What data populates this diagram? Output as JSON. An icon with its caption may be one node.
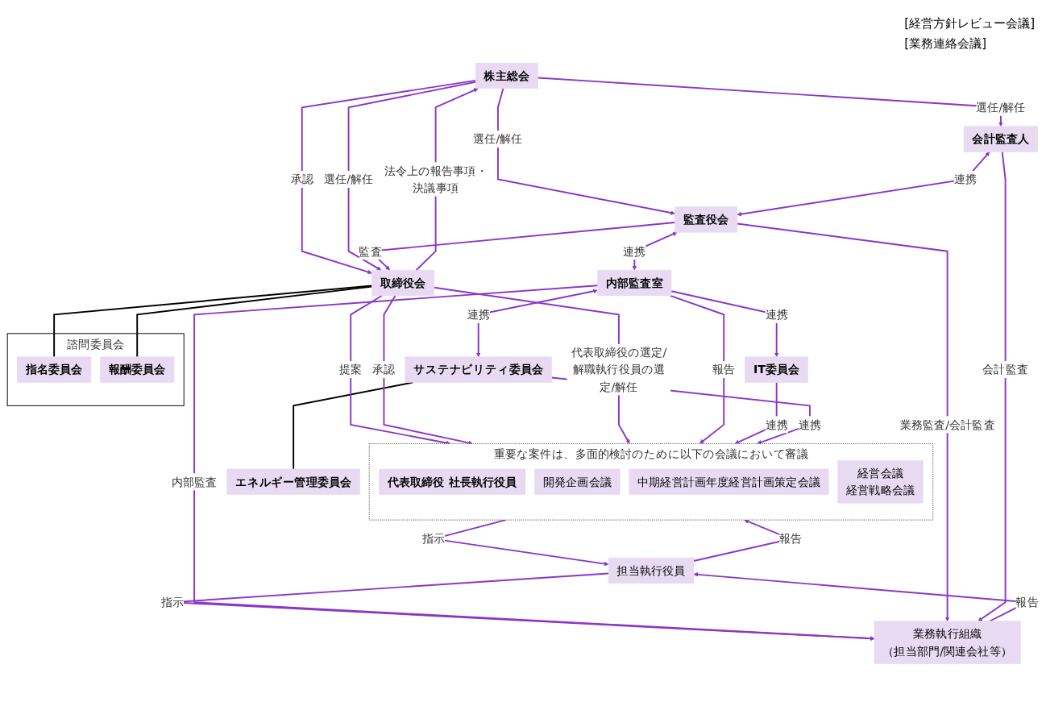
{
  "diagram": {
    "nodes": [
      {
        "text": [
          "株主総会"
        ]
      },
      {
        "text": [
          "会計監査人"
        ]
      },
      {
        "text": [
          "監査役会"
        ]
      },
      {
        "text": [
          "取締役会"
        ]
      },
      {
        "text": [
          "諮問委員会"
        ]
      },
      {
        "text": [
          "指名委員会"
        ],
        "in": 4
      },
      {
        "text": [
          "報酬委員会"
        ],
        "in": 4
      },
      {
        "text": [
          "内部監査室"
        ]
      },
      {
        "text": [
          "IT委員会"
        ]
      },
      {
        "text": [
          "重要な案件は、多面的検討のために以下の会議において審議"
        ]
      },
      {
        "text": [
          "代表取締役 社長執行役員"
        ],
        "in": 9
      },
      {
        "text": [
          "開発企画会議"
        ],
        "in": 9
      },
      {
        "text": [
          "中期経営計画年度経営計画策定会議"
        ],
        "in": 9
      },
      {
        "text": [
          "経営会議",
          "経営戦略会議"
        ],
        "in": 9
      },
      {
        "text": [
          "サステナビリティ委員会"
        ]
      },
      {
        "text": [
          "エネルギー管理委員会"
        ]
      },
      {
        "text": [
          "担当執行役員"
        ]
      },
      {
        "text": [
          "業務執行組織",
          "（担当部門/関連会社等）"
        ]
      }
    ],
    "edges": [
      {
        "from": 0,
        "to": 1,
        "arrow": "to",
        "label": "選任/解任"
      },
      {
        "from": 0,
        "to": 2,
        "arrow": "to",
        "label": "選任/解任"
      },
      {
        "from": 3,
        "to": 0,
        "arrow": "to",
        "label": "法令上の報告事項・決議事項"
      },
      {
        "from": 0,
        "to": 3,
        "arrow": "to",
        "label": "承認"
      },
      {
        "from": 0,
        "to": 3,
        "arrow": "to",
        "label": "選任/解任"
      },
      {
        "from": 2,
        "to": 3,
        "arrow": "to",
        "label": "監査"
      },
      {
        "from": 1,
        "to": 2,
        "arrow": "both",
        "label": "連携"
      },
      {
        "from": 2,
        "to": 7,
        "arrow": "both",
        "label": "連携"
      },
      {
        "from": 3,
        "to": 9,
        "arrow": "to",
        "label": "提案"
      },
      {
        "from": 3,
        "to": 9,
        "arrow": "to",
        "label": "承認"
      },
      {
        "from": 3,
        "to": 9,
        "arrow": "to",
        "label": "代表取締役の選定/解職執行役員の選定/解任"
      },
      {
        "from": 3,
        "to": 5,
        "arrow": "none",
        "color": "#000000"
      },
      {
        "from": 3,
        "to": 6,
        "arrow": "none",
        "color": "#000000"
      },
      {
        "from": 7,
        "to": 9,
        "arrow": "to",
        "label": "報告"
      },
      {
        "from": 7,
        "to": 8,
        "arrow": "to",
        "label": "連携"
      },
      {
        "from": 8,
        "to": 9,
        "arrow": "to",
        "label": "連携"
      },
      {
        "from": 7,
        "to": 14,
        "arrow": "both",
        "label": "連携"
      },
      {
        "from": 14,
        "to": 9,
        "arrow": "to",
        "label": "連携"
      },
      {
        "from": 14,
        "to": 15,
        "arrow": "none",
        "color": "#000000"
      },
      {
        "from": 16,
        "to": 9,
        "arrow": "to",
        "label": "報告"
      },
      {
        "from": 9,
        "to": 16,
        "arrow": "to",
        "label": "指示"
      },
      {
        "from": 17,
        "to": 16,
        "arrow": "to",
        "label": "報告"
      },
      {
        "from": 16,
        "to": 17,
        "arrow": "to",
        "label": "指示"
      },
      {
        "from": 7,
        "to": 17,
        "arrow": "to",
        "label": "内部監査"
      },
      {
        "from": 2,
        "to": 17,
        "arrow": "to",
        "label": "業務監査/会計監査"
      },
      {
        "from": 1,
        "to": 17,
        "arrow": "to",
        "label": "会計監査"
      }
    ],
    "labels": [
      "[経営方針レビュー会議]",
      "[業務連絡会議]"
    ]
  }
}
